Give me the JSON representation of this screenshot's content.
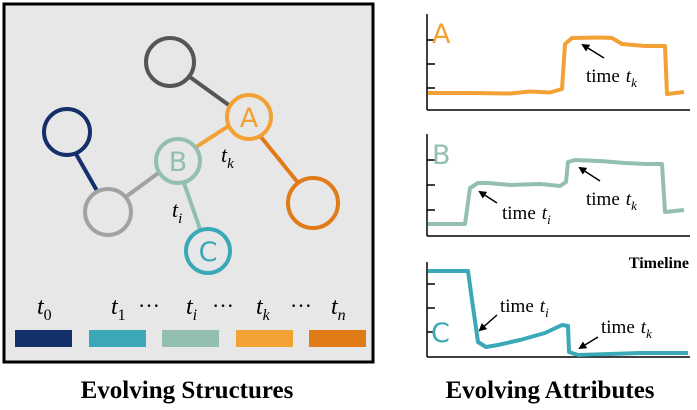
{
  "captions": {
    "left": "Evolving Structures",
    "right": "Evolving Attributes"
  },
  "colors": {
    "t0": "#14306b",
    "t1": "#3aa8b7",
    "ti": "#93bfb1",
    "tk": "#f2a234",
    "tn": "#e07b17",
    "gray_dark": "#555555",
    "gray_light": "#a2a2a2",
    "panel_bg": "#e7e7e7"
  },
  "structure": {
    "nodes": [
      {
        "id": "gray-top",
        "label": "",
        "color": "#555555"
      },
      {
        "id": "A",
        "label": "A",
        "color": "#f2a234"
      },
      {
        "id": "B",
        "label": "B",
        "color": "#93bfb1"
      },
      {
        "id": "C",
        "label": "C",
        "color": "#3aa8b7"
      },
      {
        "id": "navy",
        "label": "",
        "color": "#14306b"
      },
      {
        "id": "gray-mid",
        "label": "",
        "color": "#a2a2a2"
      },
      {
        "id": "orange",
        "label": "",
        "color": "#e07b17"
      }
    ],
    "edge_labels": {
      "tk": {
        "base": "t",
        "sub": "k"
      },
      "ti": {
        "base": "t",
        "sub": "i"
      }
    },
    "legend": {
      "t0": {
        "base": "t",
        "sub": "0"
      },
      "t1": {
        "base": "t",
        "sub": "1"
      },
      "ti": {
        "base": "t",
        "sub": "i"
      },
      "tk": {
        "base": "t",
        "sub": "k"
      },
      "tn": {
        "base": "t",
        "sub": "n"
      },
      "ellipsis": "···"
    }
  },
  "attributes": {
    "timeline_label": "Timeline",
    "time_word": "time",
    "panels": [
      {
        "label": "A",
        "color": "#f2a234",
        "annotations": [
          {
            "sub": "k"
          }
        ]
      },
      {
        "label": "B",
        "color": "#93bfb1",
        "annotations": [
          {
            "sub": "i"
          },
          {
            "sub": "k"
          }
        ]
      },
      {
        "label": "C",
        "color": "#3aa8b7",
        "annotations": [
          {
            "sub": "i"
          },
          {
            "sub": "k"
          }
        ]
      }
    ]
  }
}
